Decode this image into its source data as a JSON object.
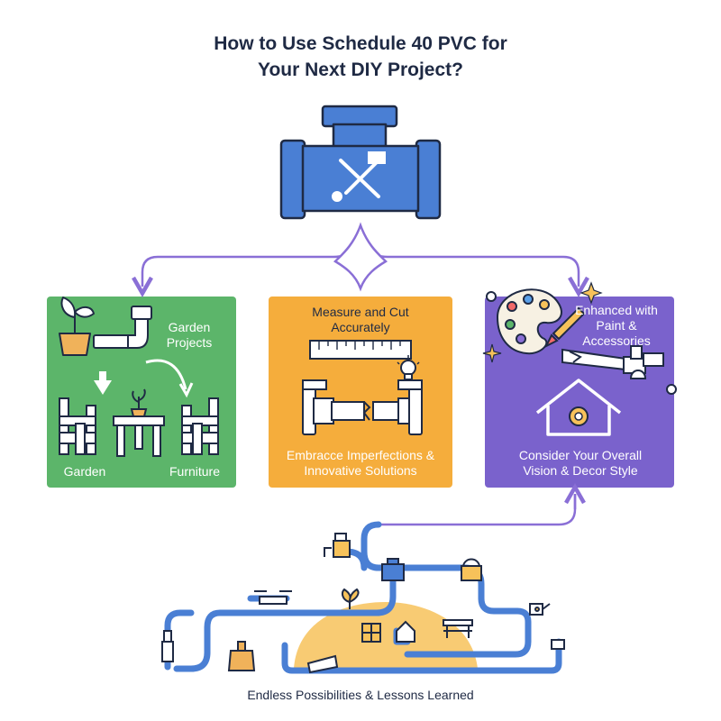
{
  "title": {
    "line1": "How to Use Schedule 40 PVC for",
    "line2": "Your Next DIY Project?"
  },
  "cards": {
    "garden": {
      "heading": "Garden Projects",
      "label_left": "Garden",
      "label_right": "Furniture",
      "color": "#5cb56a"
    },
    "measure": {
      "heading": "Measure and Cut Accurately",
      "caption": "Embracce Imperfections & Innovative Solutions",
      "color": "#f5ad3c"
    },
    "paint": {
      "heading": "Enhanced with Paint & Accessories",
      "caption": "Consider Your Overall Vision & Decor Style",
      "color": "#7a62cc"
    }
  },
  "footer": {
    "label": "Endless Possibilities & Lessons Learned"
  },
  "colors": {
    "pipe_blue": "#4a7fd4",
    "arrow_purple": "#8a6fd6",
    "sun_yellow": "#f7c25a"
  },
  "icons": [
    "tools-icon",
    "plant-icon",
    "ruler-icon",
    "lightbulb-icon",
    "palette-icon",
    "brush-icon",
    "house-gear-icon",
    "faucet-icon",
    "valve-icon",
    "paint-can-icon"
  ]
}
